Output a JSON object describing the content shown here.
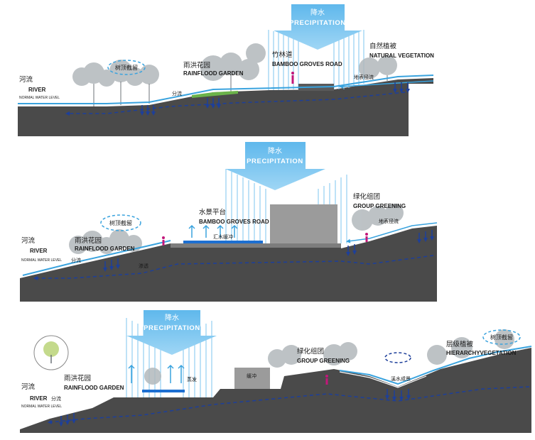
{
  "colors": {
    "ground": "#4a4a4a",
    "water_line": "#3aa3de",
    "dark_arrow": "#1d3f9a",
    "precip_fill": "#6fc1ee",
    "tree": "#a8aeb2",
    "building": "#9b9b9b",
    "person": "#c2177a",
    "lawn": "#6bb34a"
  },
  "panel1": {
    "precipitation_cn": "降水",
    "precipitation_en": "PRECIPITATION",
    "river_cn": "河流",
    "river_en": "RIVER",
    "normal_water_level": "NORMAL WATER LEVEL",
    "canopy_retention": "树顶截留",
    "rainflood_cn": "雨洪花园",
    "rainflood_en": "RAINFLOOD GARDEN",
    "diversion": "分流",
    "bamboo_cn": "竹林道",
    "bamboo_en": "BAMBOO GROVES ROAD",
    "natural_veg_cn": "自然植被",
    "natural_veg_en": "NATURAL VEGETATION",
    "surface_runoff": "地表径流"
  },
  "panel2": {
    "precipitation_cn": "降水",
    "precipitation_en": "PRECIPITATION",
    "river_cn": "河流",
    "river_en": "RIVER",
    "normal_water_level": "NORMAL WATER LEVEL",
    "canopy_retention": "树顶截留",
    "rainflood_cn": "雨洪花园",
    "rainflood_en": "RAINFLOOD GARDEN",
    "diversion": "分流",
    "seepage": "渗透",
    "waterscape_cn": "水景平台",
    "waterscape_en": "BAMBOO GROVES ROAD",
    "buffer_collect": "汇水缓冲",
    "group_green_cn": "绿化组团",
    "group_green_en": "GROUP GREENING",
    "surface_runoff": "地表径流"
  },
  "panel3": {
    "precipitation_cn": "降水",
    "precipitation_en": "PRECIPITATION",
    "river_cn": "河流",
    "river_en": "RIVER",
    "normal_water_level": "NORMAL WATER LEVEL",
    "diversion": "分流",
    "rainflood_cn": "雨洪花园",
    "rainflood_en": "RAINFLOOD GARDEN",
    "evaporation": "蒸发",
    "buffer": "缓冲",
    "group_green_cn": "绿化组团",
    "group_green_en": "GROUP GREENING",
    "stream_scene": "溪水成景",
    "hierarchy_cn": "层级植被",
    "hierarchy_en": "HIERARCHYVEGETATION",
    "canopy_retention": "树顶截留"
  }
}
